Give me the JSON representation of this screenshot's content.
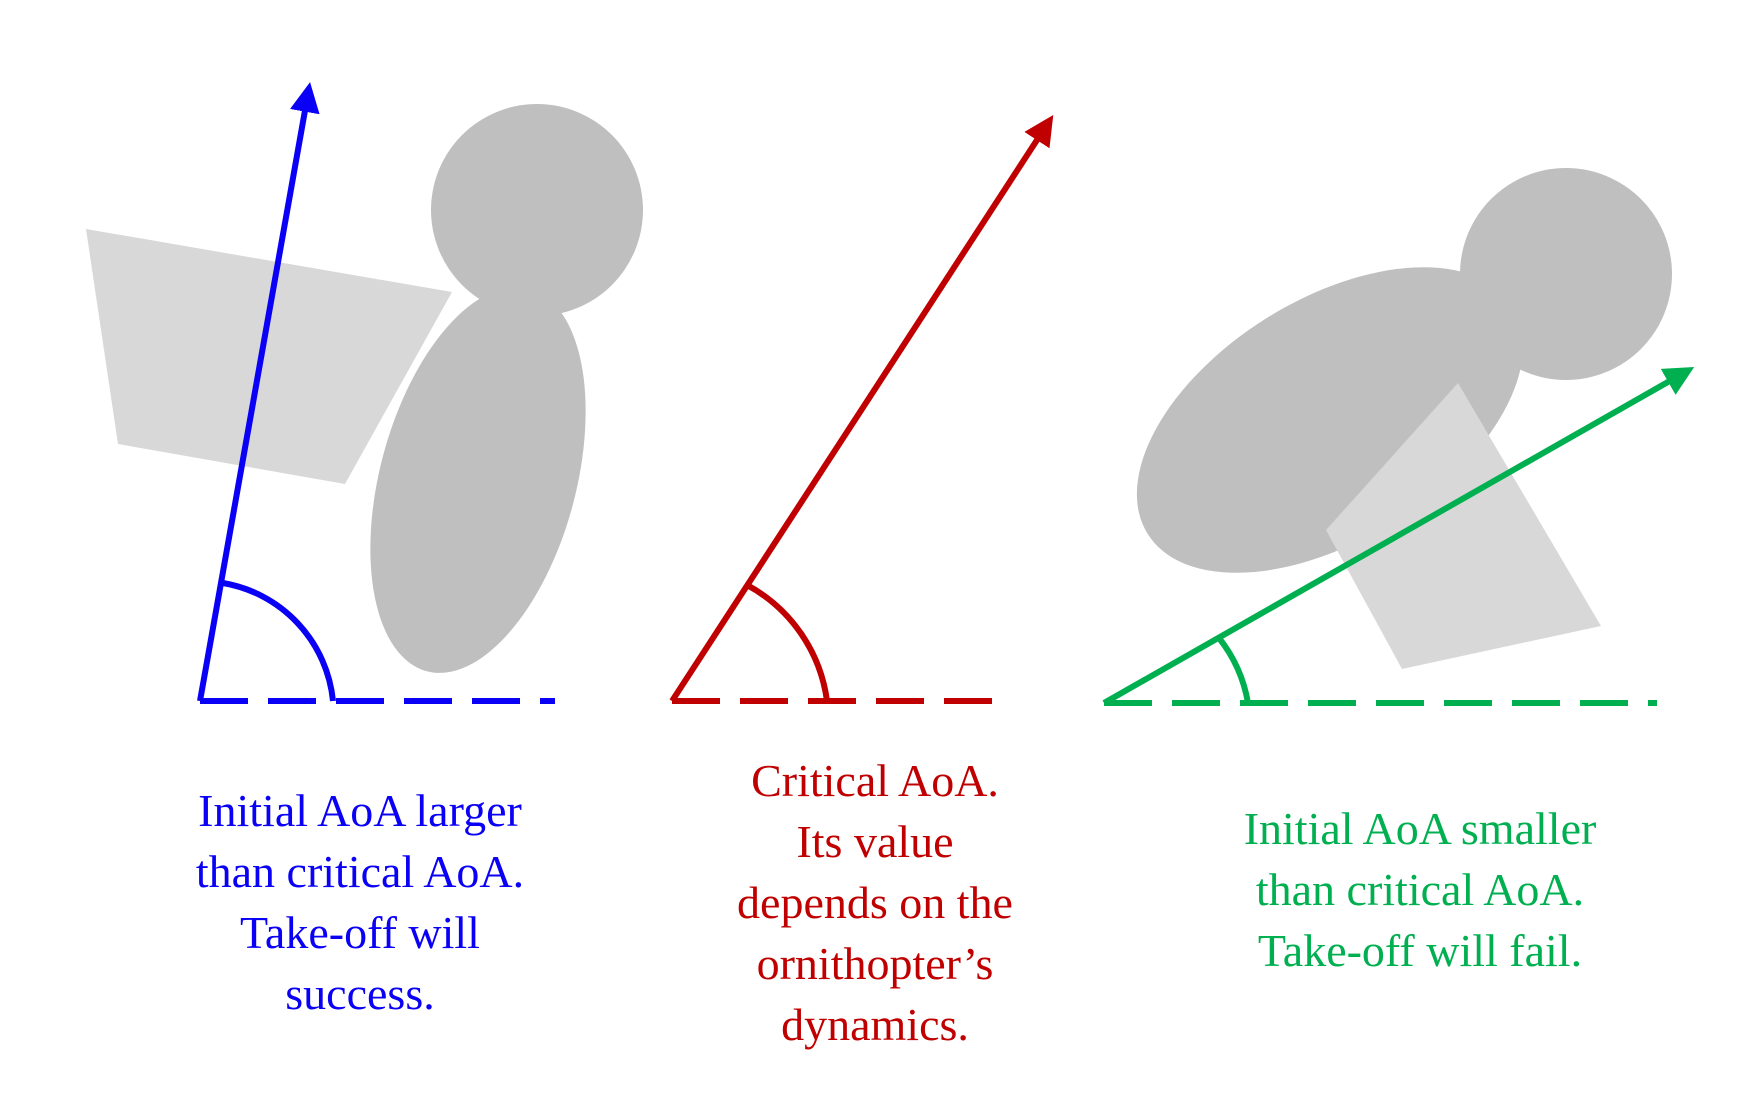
{
  "colors": {
    "blue": "#0a00f5",
    "red": "#c00000",
    "green": "#00b050",
    "body_gray": "#bfbfbf",
    "wing_gray": "#d8d8d8"
  },
  "cases": [
    {
      "id": "larger",
      "color": "blue",
      "caption_lines": [
        "Initial AoA larger",
        "than critical AoA.",
        "Take-off will",
        "success."
      ]
    },
    {
      "id": "critical",
      "color": "red",
      "caption_lines": [
        "Critical AoA.",
        "Its value",
        "depends on the",
        "ornithopter’s",
        "dynamics."
      ]
    },
    {
      "id": "smaller",
      "color": "green",
      "caption_lines": [
        "Initial AoA smaller",
        "than critical AoA.",
        "Take-off will fail."
      ]
    }
  ]
}
